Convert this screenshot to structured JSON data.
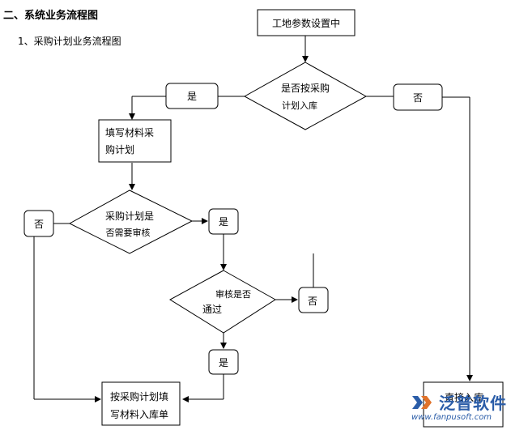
{
  "section_heading": "二、系统业务流程图",
  "sub_heading": "1、采购计划业务流程图",
  "nodes": {
    "start": "工地参数设置中",
    "decision_purchase": [
      "是否按采购",
      "计划入库"
    ],
    "yes_1": "是",
    "no_1": "否",
    "fill_plan": [
      "填写材料采",
      "购计划"
    ],
    "decision_audit": [
      "采购计划是",
      "否需要审核"
    ],
    "no_2": "否",
    "yes_2": "是",
    "decision_pass": [
      "审核是否",
      "通过"
    ],
    "no_3": "否",
    "yes_3": "是",
    "fill_receipt": [
      "按采购计划填",
      "写材料入库单"
    ],
    "direct_in": "直接入库"
  },
  "logo": {
    "name": "泛普软件",
    "url": "www.fanpusoft.com"
  },
  "colors": {
    "line": "#000000",
    "logo": "#2b5da8"
  }
}
